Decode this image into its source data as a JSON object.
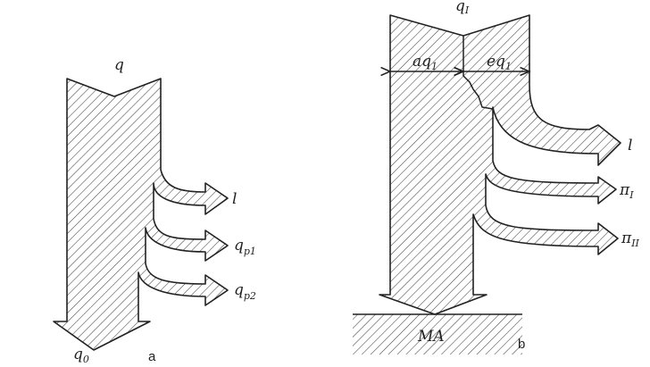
{
  "diagram_a": {
    "input_label": "q",
    "outputs": [
      {
        "label": "l",
        "subscript": ""
      },
      {
        "label": "q",
        "subscript": "p1"
      },
      {
        "label": "q",
        "subscript": "p2"
      }
    ],
    "residual_label": "q",
    "residual_subscript": "0",
    "panel_label": "a"
  },
  "diagram_b": {
    "input_label": "q",
    "input_subscript": "I",
    "split_left": "aq",
    "split_left_subscript": "1",
    "split_right": "eq",
    "split_right_subscript": "1",
    "outputs": [
      {
        "label": "l",
        "subscript": ""
      },
      {
        "label": "π",
        "subscript": "I"
      },
      {
        "label": "π",
        "subscript": "II"
      }
    ],
    "sink_label": "MA",
    "panel_label": "b"
  }
}
